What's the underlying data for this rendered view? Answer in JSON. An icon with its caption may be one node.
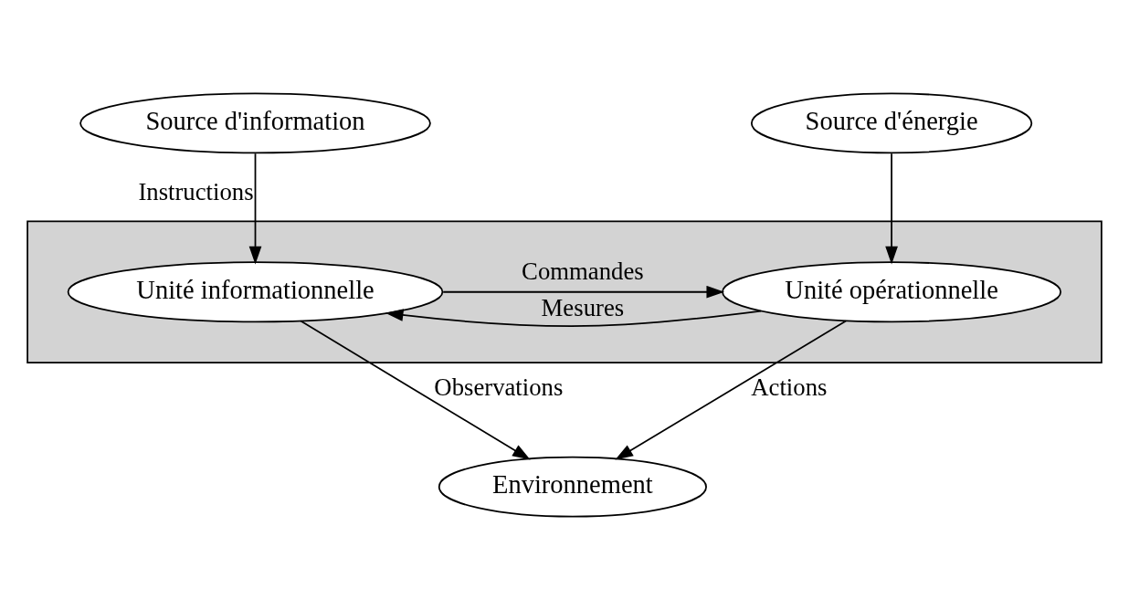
{
  "diagram": {
    "nodes": [
      {
        "text": [
          "Source d'information"
        ]
      },
      {
        "text": [
          "Source d'énergie"
        ]
      },
      {
        "text": [],
        "shape": "box"
      },
      {
        "text": [
          "Unité informationnelle"
        ],
        "in": 2
      },
      {
        "text": [
          "Unité opérationnelle"
        ],
        "in": 2
      },
      {
        "text": [
          "Environnement"
        ]
      }
    ],
    "edges": [
      {
        "from": 0,
        "to": 3,
        "arrow": "to",
        "label": "Instructions"
      },
      {
        "from": 1,
        "to": 4,
        "arrow": "to"
      },
      {
        "from": 3,
        "to": 4,
        "arrow": "to",
        "label": "Commandes"
      },
      {
        "from": 4,
        "to": 3,
        "arrow": "to",
        "label": "Mesures"
      },
      {
        "from": 3,
        "to": 5,
        "arrow": "to",
        "label": "Observations"
      },
      {
        "from": 4,
        "to": 5,
        "arrow": "to",
        "label": "Actions"
      }
    ]
  }
}
